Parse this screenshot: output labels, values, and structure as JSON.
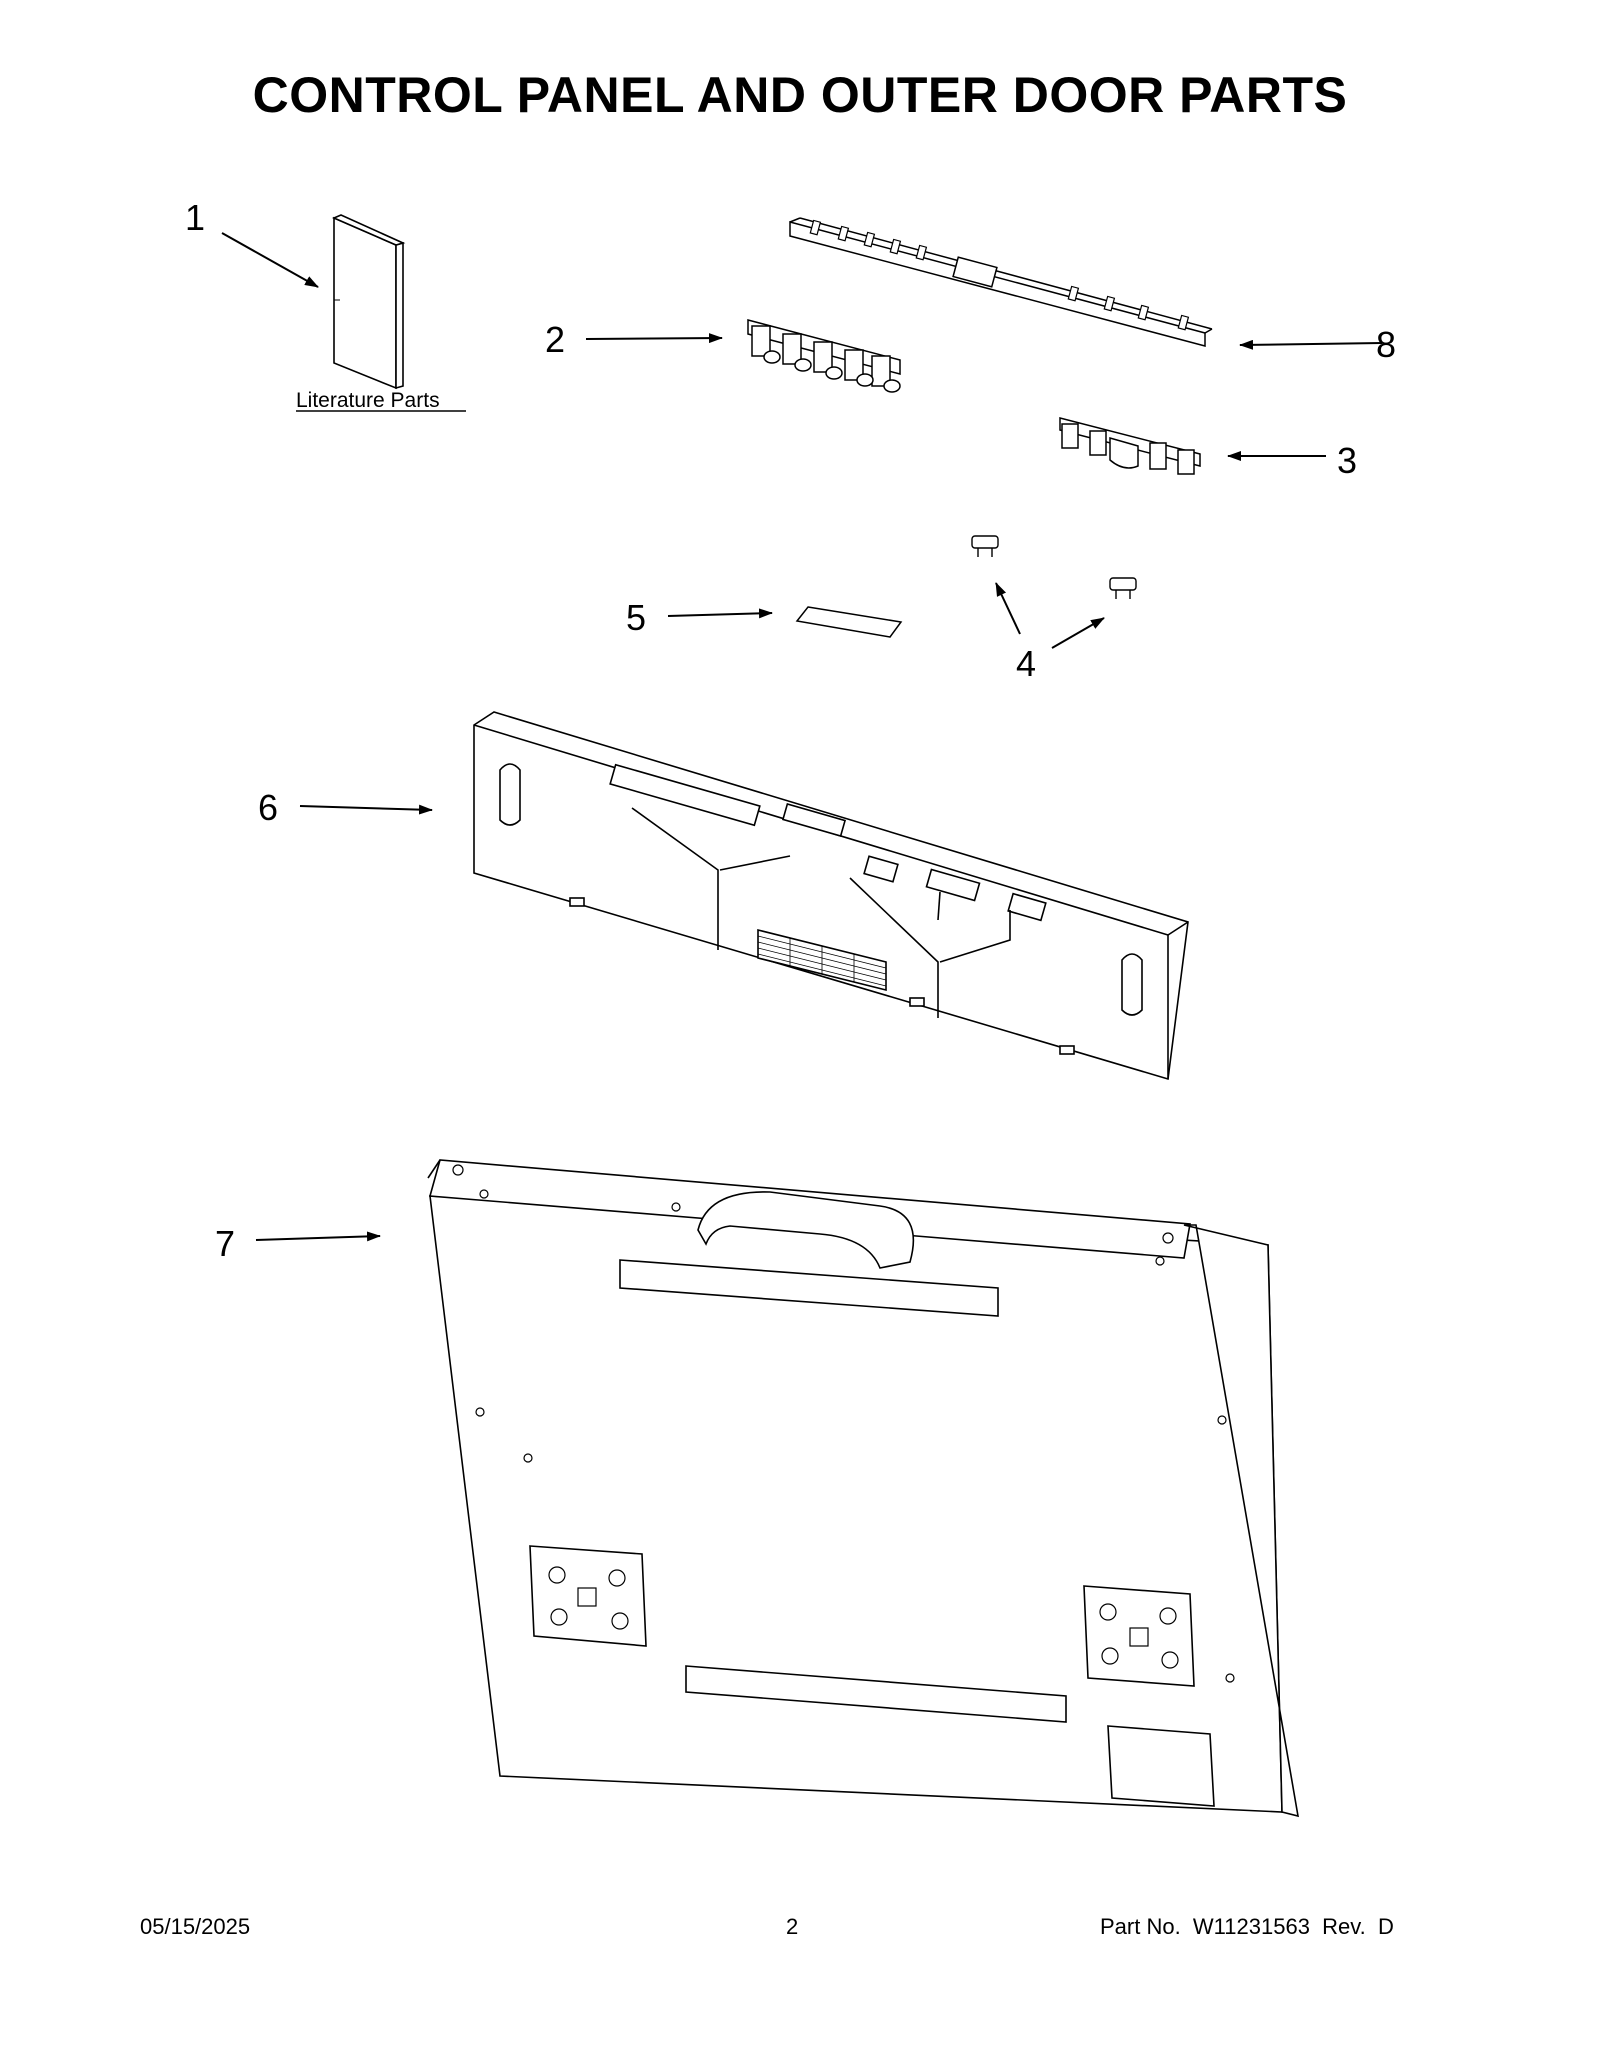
{
  "page": {
    "title": "CONTROL PANEL AND OUTER DOOR PARTS"
  },
  "literature_label": "Literature Parts",
  "callouts": [
    "1",
    "2",
    "3",
    "4",
    "5",
    "6",
    "7",
    "8"
  ],
  "footer": {
    "date": "05/15/2025",
    "page_number": "2",
    "part_info": "Part No.  W11231563  Rev.  D"
  }
}
